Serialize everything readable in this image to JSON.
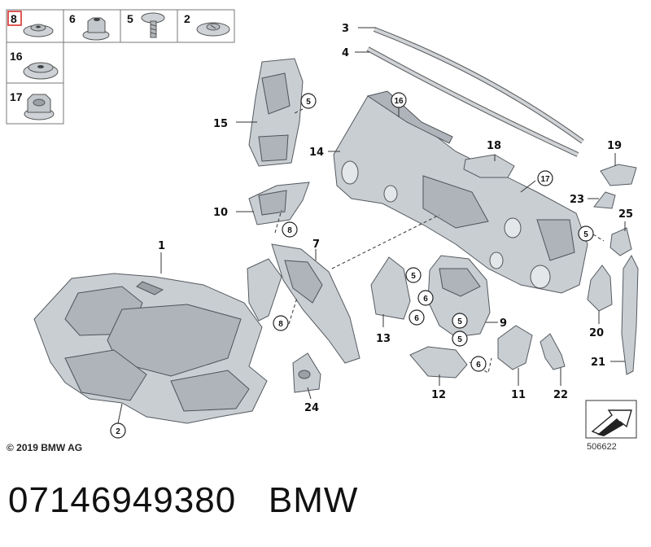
{
  "legend_grid": {
    "cells": [
      {
        "num": "8",
        "highlighted": true
      },
      {
        "num": "6"
      },
      {
        "num": "5"
      },
      {
        "num": "2"
      },
      {
        "num": "16"
      },
      {
        "num": "17"
      }
    ],
    "highlight_color": "#d9322e"
  },
  "callouts": {
    "c1": "1",
    "c2": "2",
    "c3": "3",
    "c4": "4",
    "c7": "7",
    "c9": "9",
    "c10": "10",
    "c11": "11",
    "c12": "12",
    "c13": "13",
    "c14": "14",
    "c15": "15",
    "c18": "18",
    "c19": "19",
    "c20": "20",
    "c21": "21",
    "c22": "22",
    "c23": "23",
    "c24": "24",
    "c25": "25"
  },
  "circled": {
    "b5a": "5",
    "b16": "16",
    "b17": "17",
    "b8a": "8",
    "b5b": "5",
    "b8b": "8",
    "b5c": "5",
    "b6a": "6",
    "b6b": "6",
    "b5d": "5",
    "b5e": "5",
    "b6c": "6",
    "b2": "2"
  },
  "copyright": "© 2019 BMW AG",
  "image_number": "506622",
  "footer": {
    "part_number": "07146949380",
    "brand": "BMW"
  }
}
